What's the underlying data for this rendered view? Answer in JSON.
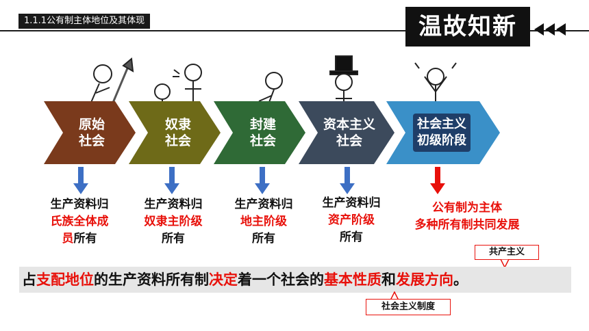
{
  "header": {
    "section_tag": "1.1.1公有制主体地位及其体现",
    "hero_title": "温故知新"
  },
  "stages": [
    {
      "line1": "原始",
      "line2": "社会"
    },
    {
      "line1": "奴隶",
      "line2": "社会"
    },
    {
      "line1": "封建",
      "line2": "社会"
    },
    {
      "line1": "资本主义",
      "line2": "社会"
    },
    {
      "line1": "社会主义",
      "line2": "初级阶段"
    }
  ],
  "descriptions": [
    {
      "l1": "生产资料归",
      "l2": "氏族全体成",
      "l3a": "员",
      "l3b": "所有"
    },
    {
      "l1": "生产资料归",
      "l2": "奴隶主阶级",
      "l3": "所有"
    },
    {
      "l1": "生产资料归",
      "l2": "地主阶级",
      "l3": "所有"
    },
    {
      "l1": "生产资料归",
      "l2": "资产阶级",
      "l3": "所有"
    },
    {
      "l1": "公有制为主体",
      "l2": "多种所有制共同发展"
    }
  ],
  "banner": {
    "p1": "占",
    "p2": "支配地位",
    "p3": "的生产资料所有制",
    "p4": "决定",
    "p5": "着一个社会的",
    "p6": "基本性质",
    "p7": "和",
    "p8": "发展方向",
    "p9": "。"
  },
  "callouts": {
    "top": "共产主义",
    "bottom": "社会主义制度"
  },
  "colors": {
    "chevron_1": "#7a3a1c",
    "chevron_2": "#6e6a18",
    "chevron_3": "#2f6a36",
    "chevron_4": "#3c4a5c",
    "chevron_5": "#3a90c8",
    "arrow_blue": "#3d6fc4",
    "arrow_red": "#e8100a",
    "accent_red": "#e8100a"
  }
}
